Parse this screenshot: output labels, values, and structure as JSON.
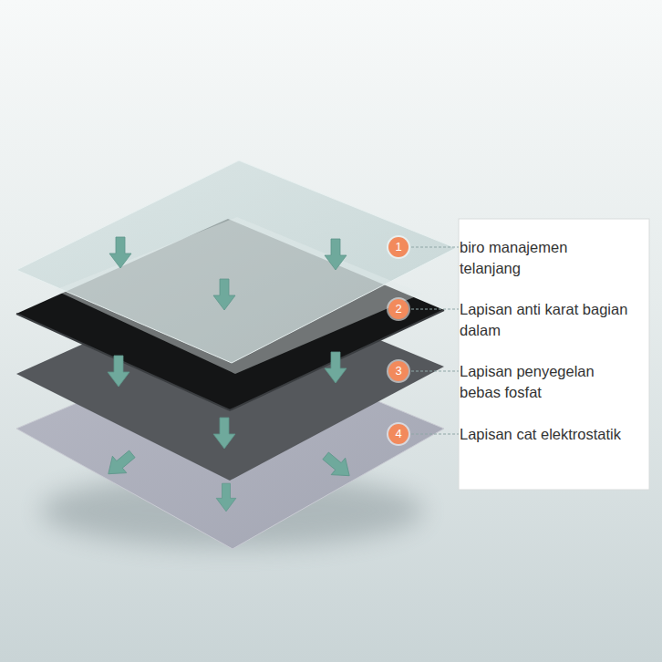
{
  "diagram": {
    "nodes": [
      {
        "text": [
          "1",
          "biro manajemen telanjang"
        ]
      },
      {
        "text": [
          "2",
          "Lapisan anti karat bagian dalam"
        ]
      },
      {
        "text": [
          "3",
          "Lapisan penyegelan bebas fosfat"
        ]
      },
      {
        "text": [
          "4",
          "Lapisan cat elektrostatik"
        ]
      }
    ]
  }
}
